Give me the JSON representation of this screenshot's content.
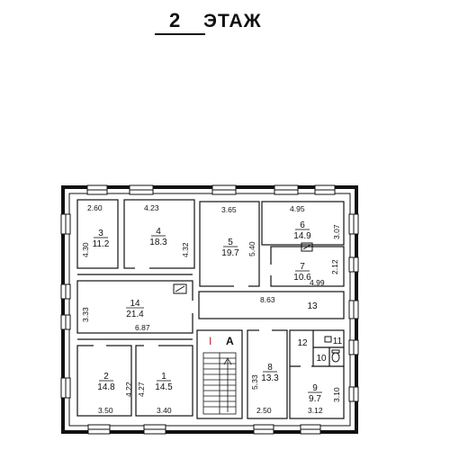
{
  "title": {
    "number": "2",
    "word": "ЭТАЖ"
  },
  "rooms": [
    {
      "id": "r3",
      "number": "3",
      "area": "11.2"
    },
    {
      "id": "r4",
      "number": "4",
      "area": "18.3"
    },
    {
      "id": "r5",
      "number": "5",
      "area": "19.7"
    },
    {
      "id": "r6",
      "number": "6",
      "area": "14.9"
    },
    {
      "id": "r7",
      "number": "7",
      "area": "10.6"
    },
    {
      "id": "r14",
      "number": "14",
      "area": "21.4"
    },
    {
      "id": "r13",
      "number": "13",
      "area": ""
    },
    {
      "id": "r2",
      "number": "2",
      "area": "14.8"
    },
    {
      "id": "r1",
      "number": "1",
      "area": "14.5"
    },
    {
      "id": "r8",
      "number": "8",
      "area": "13.3"
    },
    {
      "id": "r9",
      "number": "9",
      "area": "9.7"
    },
    {
      "id": "r12",
      "number": "12",
      "area": ""
    },
    {
      "id": "r11",
      "number": "11",
      "area": ""
    },
    {
      "id": "r10",
      "number": "10",
      "area": ""
    }
  ],
  "dimensions": [
    "2.60",
    "4.23",
    "3.65",
    "4.95",
    "4.30",
    "4.32",
    "5.40",
    "3.07",
    "2.12",
    "4.99",
    "8.63",
    "3.33",
    "6.87",
    "4.22",
    "4.27",
    "5.33",
    "3.10",
    "3.50",
    "3.40",
    "2.50",
    "3.12"
  ],
  "stair": {
    "label": "A",
    "mark": "I"
  }
}
